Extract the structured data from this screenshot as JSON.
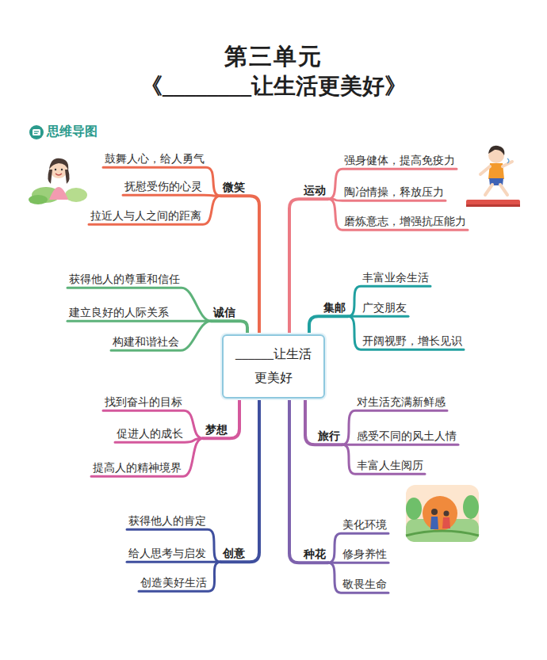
{
  "diagram": {
    "title": "第三单元",
    "nodes": [
      {
        "text": [
          "______让生活 更美好"
        ]
      },
      {
        "text": [
          "微笑"
        ]
      },
      {
        "text": [
          "鼓舞人心，给人勇气"
        ]
      },
      {
        "text": [
          "抚慰受伤的心灵"
        ]
      },
      {
        "text": [
          "拉近人与人之间的距离"
        ]
      },
      {
        "text": [
          "运动"
        ]
      },
      {
        "text": [
          "强身健体，提高免疫力"
        ]
      },
      {
        "text": [
          "陶冶情操，释放压力"
        ]
      },
      {
        "text": [
          "磨炼意志，增强抗压能力"
        ]
      },
      {
        "text": [
          "诚信"
        ]
      },
      {
        "text": [
          "获得他人的尊重和信任"
        ]
      },
      {
        "text": [
          "建立良好的人际关系"
        ]
      },
      {
        "text": [
          "构建和谐社会"
        ]
      },
      {
        "text": [
          "集邮"
        ]
      },
      {
        "text": [
          "丰富业余生活"
        ]
      },
      {
        "text": [
          "广交朋友"
        ]
      },
      {
        "text": [
          "开阔视野，增长见识"
        ]
      },
      {
        "text": [
          "梦想"
        ]
      },
      {
        "text": [
          "找到奋斗的目标"
        ]
      },
      {
        "text": [
          "促进人的成长"
        ]
      },
      {
        "text": [
          "提高人的精神境界"
        ]
      },
      {
        "text": [
          "旅行"
        ]
      },
      {
        "text": [
          "对生活充满新鲜感"
        ]
      },
      {
        "text": [
          "感受不同的风土人情"
        ]
      },
      {
        "text": [
          "丰富人生阅历"
        ]
      },
      {
        "text": [
          "创意"
        ]
      },
      {
        "text": [
          "获得他人的肯定"
        ]
      },
      {
        "text": [
          "给人思考与启发"
        ]
      },
      {
        "text": [
          "创造美好生活"
        ]
      },
      {
        "text": [
          "种花"
        ]
      },
      {
        "text": [
          "美化环境"
        ]
      },
      {
        "text": [
          "修身养性"
        ]
      },
      {
        "text": [
          "敬畏生命"
        ]
      }
    ],
    "edges": [
      {
        "from": 0,
        "to": 1,
        "arrow": "none"
      },
      {
        "from": 1,
        "to": 2,
        "arrow": "none"
      },
      {
        "from": 1,
        "to": 3,
        "arrow": "none"
      },
      {
        "from": 1,
        "to": 4,
        "arrow": "none"
      },
      {
        "from": 0,
        "to": 5,
        "arrow": "none"
      },
      {
        "from": 5,
        "to": 6,
        "arrow": "none"
      },
      {
        "from": 5,
        "to": 7,
        "arrow": "none"
      },
      {
        "from": 5,
        "to": 8,
        "arrow": "none"
      },
      {
        "from": 0,
        "to": 9,
        "arrow": "none"
      },
      {
        "from": 9,
        "to": 10,
        "arrow": "none"
      },
      {
        "from": 9,
        "to": 11,
        "arrow": "none"
      },
      {
        "from": 9,
        "to": 12,
        "arrow": "none"
      },
      {
        "from": 0,
        "to": 13,
        "arrow": "none"
      },
      {
        "from": 13,
        "to": 14,
        "arrow": "none"
      },
      {
        "from": 13,
        "to": 15,
        "arrow": "none"
      },
      {
        "from": 13,
        "to": 16,
        "arrow": "none"
      },
      {
        "from": 0,
        "to": 17,
        "arrow": "none"
      },
      {
        "from": 17,
        "to": 18,
        "arrow": "none"
      },
      {
        "from": 17,
        "to": 19,
        "arrow": "none"
      },
      {
        "from": 17,
        "to": 20,
        "arrow": "none"
      },
      {
        "from": 0,
        "to": 21,
        "arrow": "none"
      },
      {
        "from": 21,
        "to": 22,
        "arrow": "none"
      },
      {
        "from": 21,
        "to": 23,
        "arrow": "none"
      },
      {
        "from": 21,
        "to": 24,
        "arrow": "none"
      },
      {
        "from": 0,
        "to": 25,
        "arrow": "none"
      },
      {
        "from": 25,
        "to": 26,
        "arrow": "none"
      },
      {
        "from": 25,
        "to": 27,
        "arrow": "none"
      },
      {
        "from": 25,
        "to": 28,
        "arrow": "none"
      },
      {
        "from": 0,
        "to": 29,
        "arrow": "none"
      },
      {
        "from": 29,
        "to": 30,
        "arrow": "none"
      },
      {
        "from": 29,
        "to": 31,
        "arrow": "none"
      },
      {
        "from": 29,
        "to": 32,
        "arrow": "none"
      }
    ],
    "labels": [
      "《________让生活更美好》",
      "思维导图"
    ]
  }
}
